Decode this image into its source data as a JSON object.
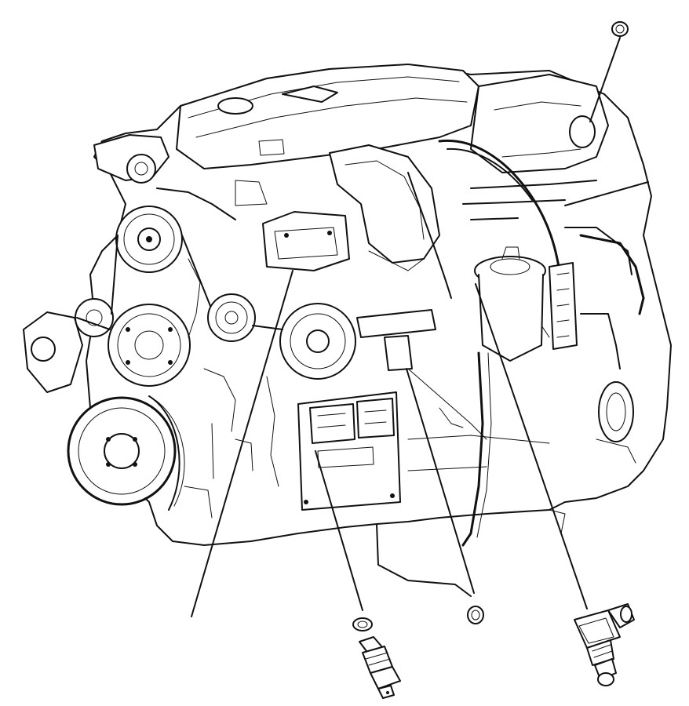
{
  "diagram": {
    "subject": "engine-exploded-sensor-diagram",
    "line_color": "#111111",
    "background": "#ffffff",
    "parts": [
      {
        "name": "o-ring-seal-top"
      },
      {
        "name": "o-ring-seal-left"
      },
      {
        "name": "o-ring-seal-center"
      },
      {
        "name": "pressure-sensor"
      },
      {
        "name": "temperature-sensor"
      }
    ]
  }
}
